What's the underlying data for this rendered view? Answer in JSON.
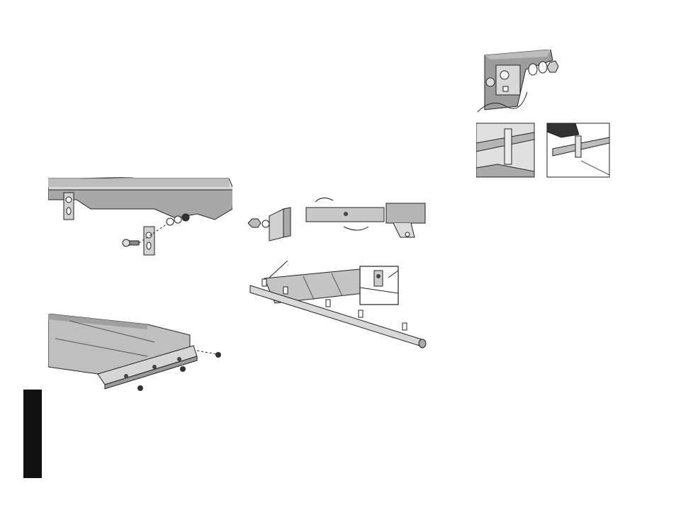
{
  "page": {
    "side_tab_color": "#111111",
    "figures": [
      {
        "id": "fig-a",
        "subject": "table-extension-with-bracket-bolts-washers-nut"
      },
      {
        "id": "fig-b",
        "subject": "table-extension-front-rail-screws"
      },
      {
        "id": "fig-c",
        "subject": "bolt-washer-bracket-and-tube-clamps"
      },
      {
        "id": "fig-d",
        "subject": "table-on-guide-tube-with-brackets-and-inset"
      },
      {
        "id": "fig-e",
        "subject": "corner-bracket-bolt-detail"
      },
      {
        "id": "fig-f",
        "subject": "rail-brackets-alignment"
      }
    ]
  }
}
